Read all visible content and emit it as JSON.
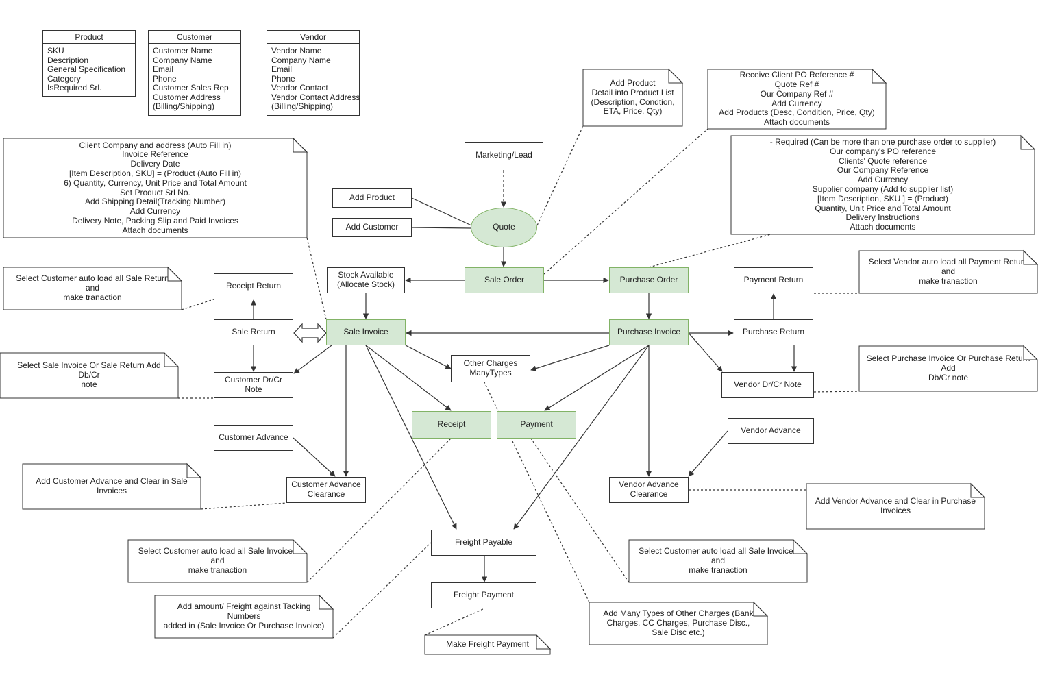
{
  "entities": [
    {
      "title": "Product",
      "fields": [
        "SKU",
        "Description",
        "General Specification",
        "Category",
        "IsRequired Srl."
      ]
    },
    {
      "title": "Customer",
      "fields": [
        "Customer Name",
        "Company Name",
        "Email",
        "Phone",
        "Customer Sales Rep",
        "Customer Address",
        "(Billing/Shipping)"
      ]
    },
    {
      "title": "Vendor",
      "fields": [
        "Vendor Name",
        "Company Name",
        "Email",
        "Phone",
        "Vendor Contact",
        "Vendor Contact Address",
        "(Billing/Shipping)"
      ]
    }
  ],
  "nodes": {
    "marketing_lead": "Marketing/Lead",
    "quote": "Quote",
    "add_product": "Add Product",
    "add_customer": "Add Customer",
    "stock_available": "Stock Available\n(Allocate Stock)",
    "sale_order": "Sale Order",
    "purchase_order": "Purchase Order",
    "receipt_return": "Receipt Return",
    "sale_return": "Sale Return",
    "sale_invoice": "Sale Invoice",
    "purchase_invoice": "Purchase Invoice",
    "purchase_return": "Purchase Return",
    "payment_return": "Payment Return",
    "customer_dr_cr_note": "Customer Dr/Cr Note",
    "other_charges": "Other Charges\nManyTypes",
    "vendor_dr_cr_note": "Vendor Dr/Cr Note",
    "receipt": "Receipt",
    "payment": "Payment",
    "customer_advance": "Customer Advance",
    "vendor_advance": "Vendor Advance",
    "customer_advance_clearance": "Customer Advance\nClearance",
    "vendor_advance_clearance": "Vendor Advance\nClearance",
    "freight_payable": "Freight Payable",
    "freight_payment": "Freight Payment"
  },
  "notes": {
    "add_product_detail": "Add Product\nDetail into Product List\n(Description, Condtion,\nETA, Price, Qty)",
    "receive_client_po": "Receive Client PO Reference #\nQuote Ref #\nOur Company Ref #\nAdd Currency\nAdd Products (Desc, Condition, Price, Qty)\nAttach documents",
    "sale_invoice_details": "Client Company and address (Auto Fill in)\nInvoice Reference\nDelivery Date\n[Item Description, SKU] = (Product (Auto Fill in)\n6) Quantity, Currency, Unit Price and Total Amount\nSet Product Srl No.\nAdd Shipping Detail(Tracking Number)\nAdd Currency\nDelivery Note, Packing Slip and Paid Invoices\nAttach documents",
    "purchase_order_details": "- Required (Can be more than one purchase order to supplier)\nOur company's PO reference\nClients' Quote reference\nOur Company Reference\nAdd Currency\nSupplier company (Add to supplier list)\n[Item Description, SKU ] = (Product)\nQuantity, Unit Price and Total Amount\nDelivery Instructions\nAttach documents",
    "select_customer_sale_return": "Select Customer auto load all Sale Return and\nmake tranaction",
    "select_vendor_payment_return": "Select Vendor auto load all Payment Return and\nmake tranaction",
    "select_sale_invoice_dbcr": "Select Sale Invoice Or Sale Return Add Db/Cr\nnote",
    "select_purchase_invoice_dbcr": "Select Purchase Invoice Or Purchase Return Add\nDb/Cr note",
    "add_customer_advance": "Add Customer Advance and Clear in Sale\nInvoices",
    "add_vendor_advance": "Add Vendor Advance and Clear in Purchase\nInvoices",
    "select_customer_sale_invoices_1": "Select Customer auto load all Sale Invoices and\nmake tranaction",
    "select_customer_sale_invoices_2": "Select Customer auto load all Sale Invoices and\nmake tranaction",
    "add_freight_amount": "Add amount/ Freight against Tacking Numbers\nadded in (Sale Invoice Or Purchase Invoice)",
    "add_other_charges": "Add Many Types of Other Charges (Bank\nCharges, CC Charges, Purchase Disc.,\nSale Disc etc.)",
    "make_freight_payment": "Make Freight Payment"
  },
  "colors": {
    "process_fill": "#d5e8d4",
    "process_stroke": "#82b366",
    "line": "#333333"
  }
}
